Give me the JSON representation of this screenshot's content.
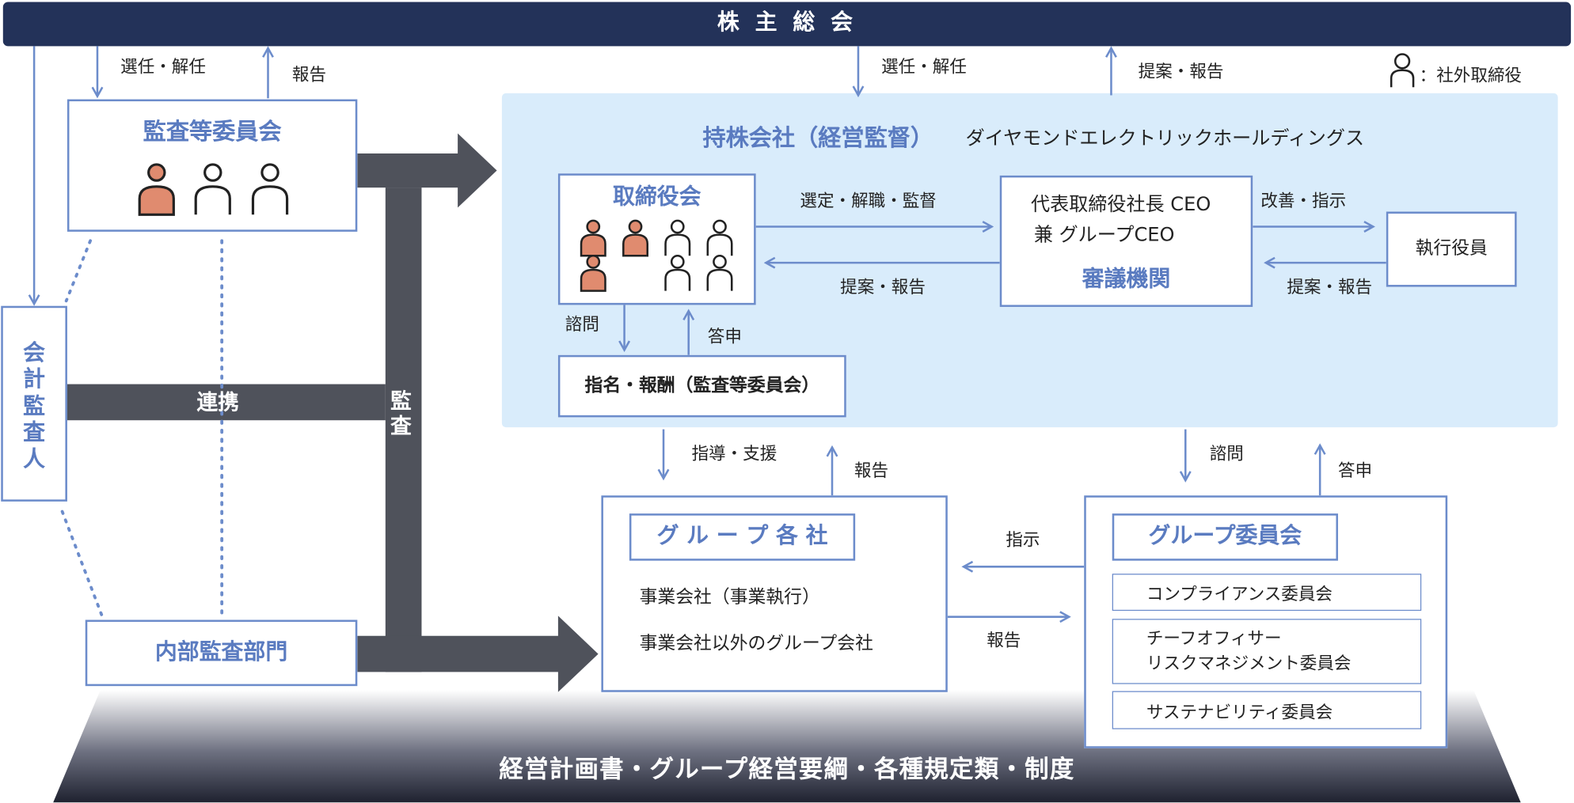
{
  "colors": {
    "navy": "#233259",
    "accent_blue": "#5a7bc0",
    "light_panel": "#d9ecfb",
    "dark_arrow": "#4f525b",
    "external_director_fill": "#e08b6f"
  },
  "header": {
    "title": "株 主 総 会"
  },
  "legend": {
    "text": "：社外取締役",
    "icon": "person-outline-icon"
  },
  "labels": {
    "select_dismiss_left": "選任・解任",
    "report_left": "報告",
    "select_dismiss_center": "選任・解任",
    "proposal_report_top": "提案・報告",
    "select_dismiss_oversee": "選定・解職・監督",
    "proposal_report_mid": "提案・報告",
    "improve_instruct": "改善・指示",
    "proposal_report_right": "提案・報告",
    "consult_left": "諮問",
    "answer_left": "答申",
    "guide_support": "指導・支援",
    "report_group": "報告",
    "consult_right": "諮問",
    "answer_right": "答申",
    "instruct": "指示",
    "report_to_committee": "報告",
    "cooperation": "連携",
    "audit": "監\n査"
  },
  "audit_committee": {
    "title": "監査等委員会",
    "members": [
      "external",
      "internal",
      "internal"
    ]
  },
  "accounting_auditor": {
    "title": "会\n計\n監\n査\n人"
  },
  "internal_audit": {
    "title": "内部監査部門"
  },
  "holding": {
    "title": "持株会社（経営監督）",
    "name": "ダイヤモンドエレクトリックホールディングス"
  },
  "board": {
    "title": "取締役会",
    "members": [
      "external",
      "external",
      "internal",
      "internal",
      "external",
      "internal",
      "internal"
    ]
  },
  "ceo": {
    "line1": "代表取締役社長 CEO",
    "line2": "兼 グループCEO",
    "council": "審議機関"
  },
  "officers": {
    "title": "執行役員"
  },
  "nomination": {
    "title": "指名・報酬（監査等委員会）"
  },
  "group_companies": {
    "title": "グ ル ー プ 各 社",
    "item1": "事業会社（事業執行）",
    "item2": "事業会社以外のグループ会社"
  },
  "group_committee": {
    "title": "グループ委員会",
    "items": [
      "コンプライアンス委員会",
      "チーフオフィサー\nリスクマネジメント委員会",
      "サステナビリティ委員会"
    ]
  },
  "footer": {
    "text": "経営計画書・グループ経営要綱・各種規定類・制度"
  }
}
